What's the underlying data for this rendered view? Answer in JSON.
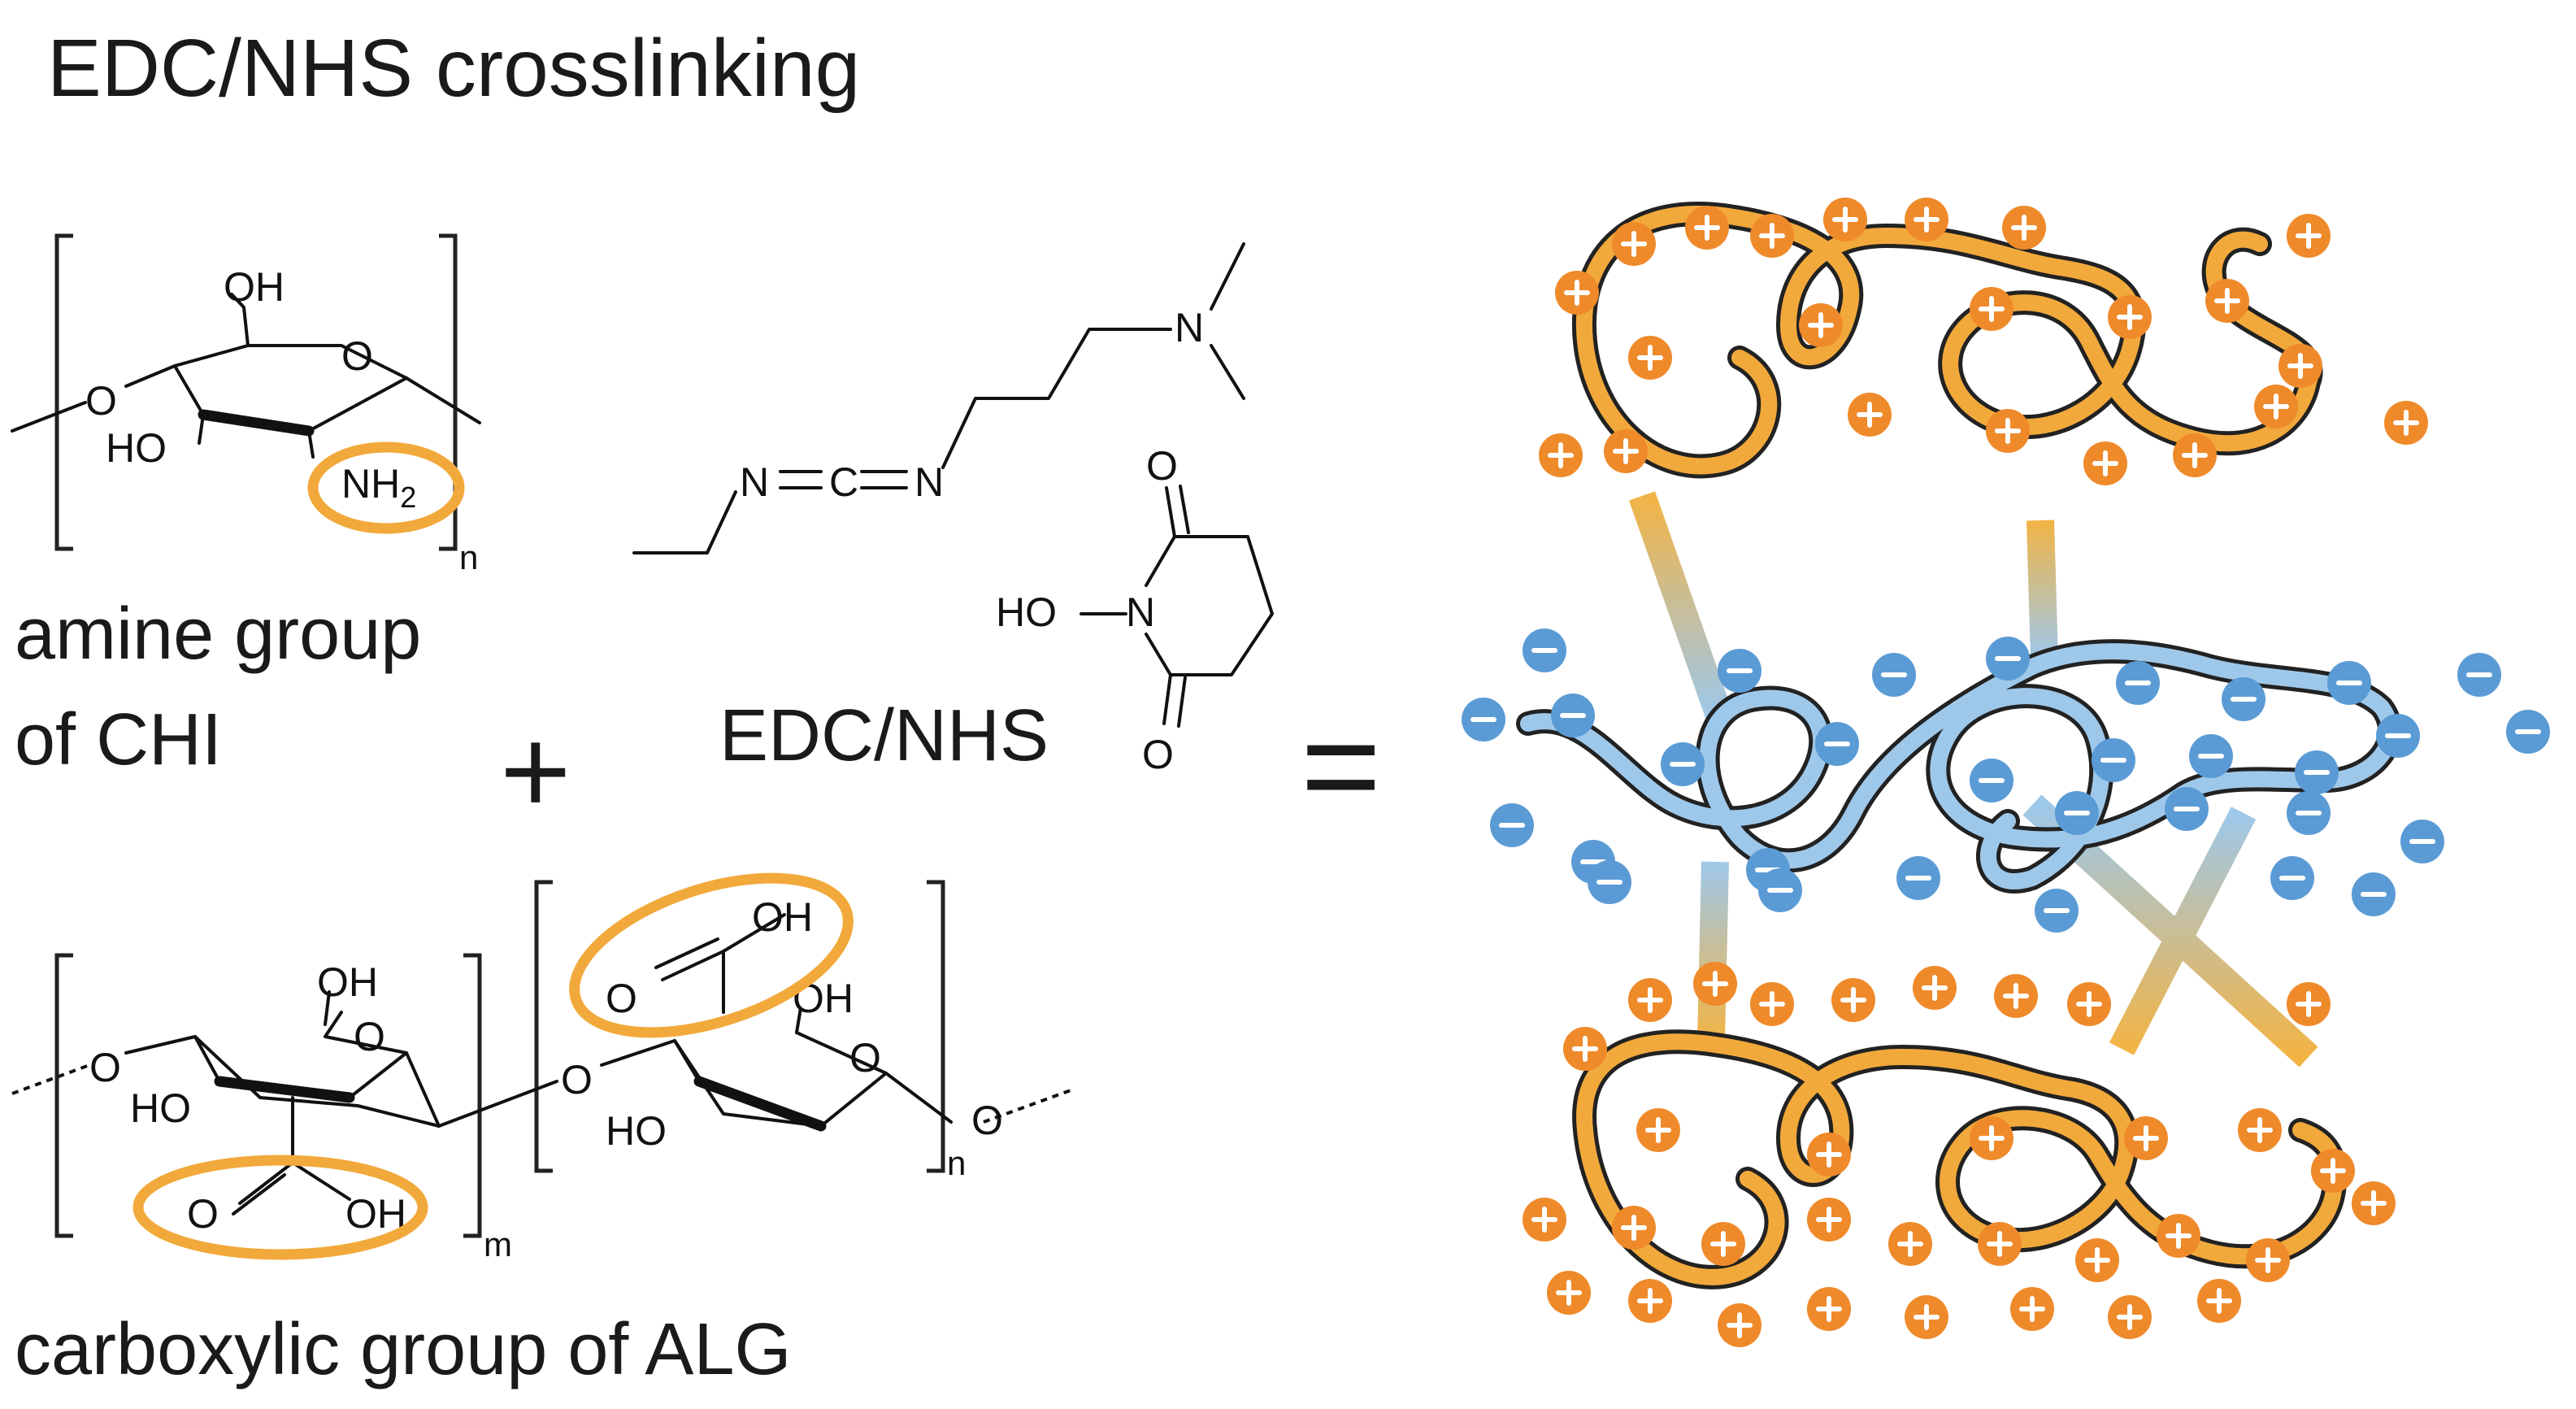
{
  "title": "EDC/NHS crosslinking",
  "labels": {
    "amine_line1": "amine group",
    "amine_line2": "of CHI",
    "carboxylic": "carboxylic group of ALG",
    "reagent": "EDC/NHS",
    "plus": "+",
    "equals": "="
  },
  "chemistry": {
    "chitosan": {
      "oh_top": "OH",
      "ring_o": "O",
      "link_o": "O",
      "ho": "HO",
      "nh2": "NH2",
      "repeat": "n"
    },
    "edc": {
      "n1": "N",
      "c": "C",
      "n2": "N",
      "n3": "N"
    },
    "nhs": {
      "o_top": "O",
      "ho": "HO",
      "n": "N",
      "o_bottom": "O"
    },
    "alginate": {
      "left_o": "O",
      "oh1": "OH",
      "ring_o1": "O",
      "ho1": "HO",
      "cooh_o1": "O",
      "cooh_oh1": "OH",
      "repeat_m": "m",
      "link_o": "O",
      "cooh_oh2": "OH",
      "cooh_o2": "O",
      "oh2": "OH",
      "ring_o2": "O",
      "ho2": "HO",
      "end_o": "O",
      "repeat_n": "n"
    }
  },
  "colors": {
    "highlight": "#f2a93b",
    "positive": "#ef8a2b",
    "negative": "#5b9bd5",
    "chain_orange": "#f2a93b",
    "chain_blue": "#9ec8ea"
  },
  "ions": {
    "positive_symbol": "plus-icon",
    "negative_symbol": "minus-icon"
  }
}
